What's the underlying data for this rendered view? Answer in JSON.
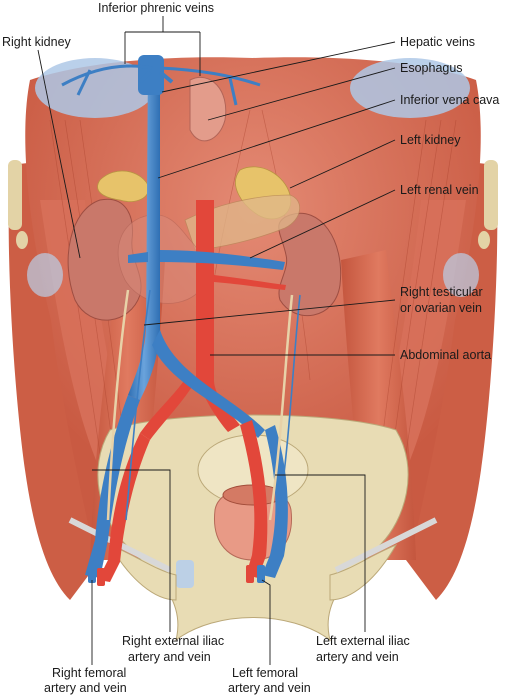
{
  "labels": {
    "inferior_phrenic_veins": "Inferior phrenic veins",
    "right_kidney": "Right kidney",
    "hepatic_veins": "Hepatic veins",
    "esophagus": "Esophagus",
    "inferior_vena_cava": "Inferior vena cava",
    "left_kidney": "Left kidney",
    "left_renal_vein": "Left renal vein",
    "right_testicular_line1": "Right testicular",
    "right_testicular_line2": "or ovarian vein",
    "abdominal_aorta": "Abdominal aorta",
    "right_ext_iliac_line1": "Right external iliac",
    "right_ext_iliac_line2": "artery and vein",
    "left_ext_iliac_line1": "Left external iliac",
    "left_ext_iliac_line2": "artery and vein",
    "right_femoral_line1": "Right femoral",
    "right_femoral_line2": "artery and vein",
    "left_femoral_line1": "Left femoral",
    "left_femoral_line2": "artery and vein"
  },
  "colors": {
    "muscle": "#d9694f",
    "muscle_dark": "#b84a35",
    "vein": "#3d7fc4",
    "artery": "#e2473a",
    "bone": "#e8dcb4",
    "gland": "#e7c36a",
    "kidney": "#c9786a",
    "diaphragm_light": "#aec8e6"
  }
}
